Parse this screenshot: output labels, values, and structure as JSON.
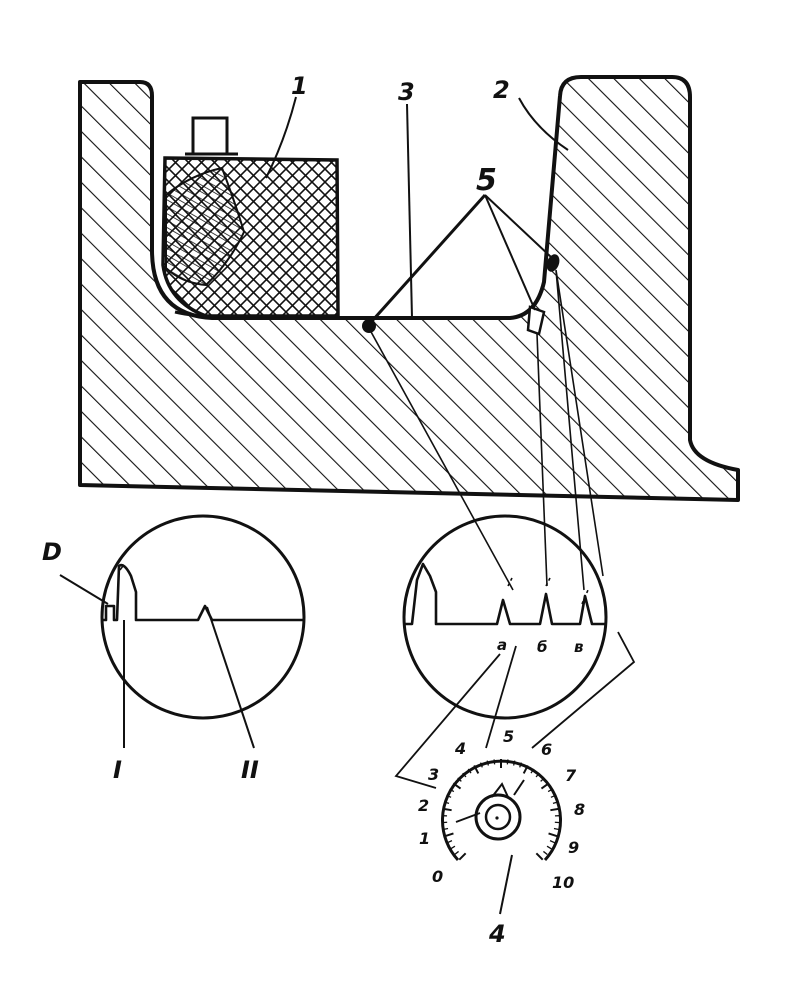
{
  "figure": {
    "callouts": {
      "part_1": "1",
      "part_2": "2",
      "part_3": "3",
      "part_4": "4",
      "part_5": "5",
      "marker_D": "D",
      "marker_I": "I",
      "marker_II": "II",
      "pulse_a": "a",
      "pulse_b": "б",
      "pulse_c": "в"
    },
    "dial_scale": [
      "0",
      "1",
      "2",
      "3",
      "4",
      "5",
      "6",
      "7",
      "8",
      "9",
      "10"
    ]
  },
  "colors": {
    "ink": "#111111",
    "paper": "#ffffff"
  }
}
